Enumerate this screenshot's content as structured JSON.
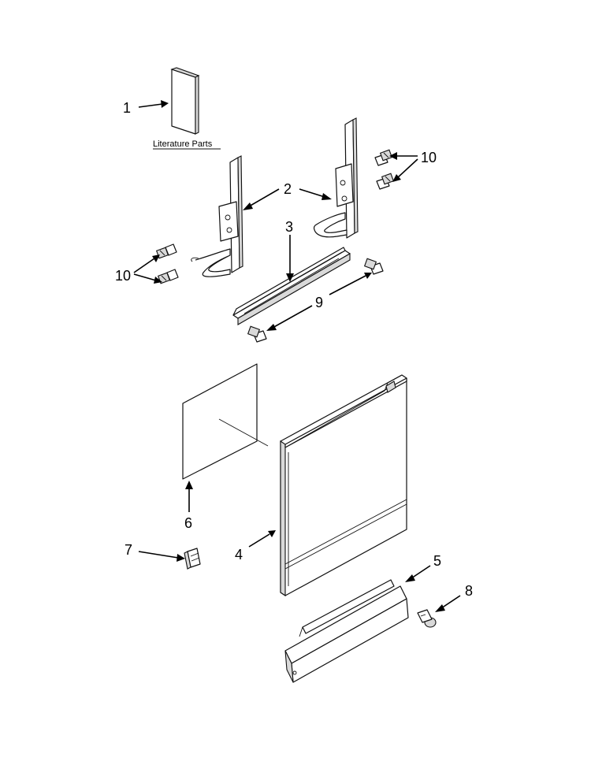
{
  "diagram": {
    "literature_caption": "Literature Parts",
    "callouts": {
      "c1": "1",
      "c2": "2",
      "c3": "3",
      "c4": "4",
      "c5": "5",
      "c6": "6",
      "c7": "7",
      "c8": "8",
      "c9": "9",
      "c10_right": "10",
      "c10_left": "10"
    }
  }
}
